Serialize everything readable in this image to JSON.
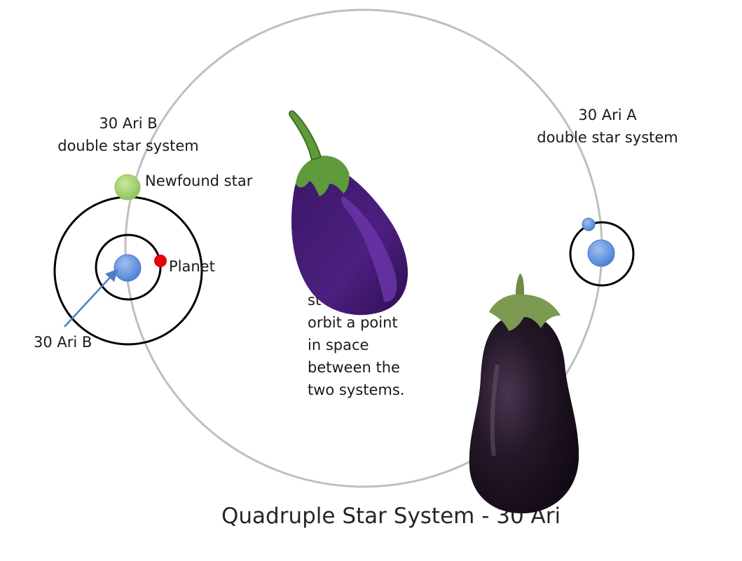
{
  "diagram": {
    "title": "Quadruple Star System - 30 Ari",
    "system_b": {
      "line1": "30 Ari B",
      "line2": "double star system"
    },
    "system_a": {
      "line1": "30 Ari A",
      "line2": "double star system"
    },
    "newfound_star_label": "Newfound star",
    "planet_label": "Planet",
    "arrow_label": "30 Ari B",
    "caption_lines": [
      "st",
      "orbit a point",
      "in space",
      "between the",
      "two systems."
    ]
  },
  "colors": {
    "outer_orbit": "#bfbfbf",
    "inner_orbit": "#000000",
    "blue_star": "#5b8fdb",
    "newfound_star": "#a8d46f",
    "planet": "#e8000b",
    "arrow": "#4f7cbf",
    "eggplant_emoji_body": "#4a1e7a",
    "eggplant_emoji_stem": "#5f9a3c",
    "eggplant_photo_body": "#241828"
  },
  "icons": [
    "eggplant-emoji-icon",
    "eggplant-photo-icon"
  ]
}
